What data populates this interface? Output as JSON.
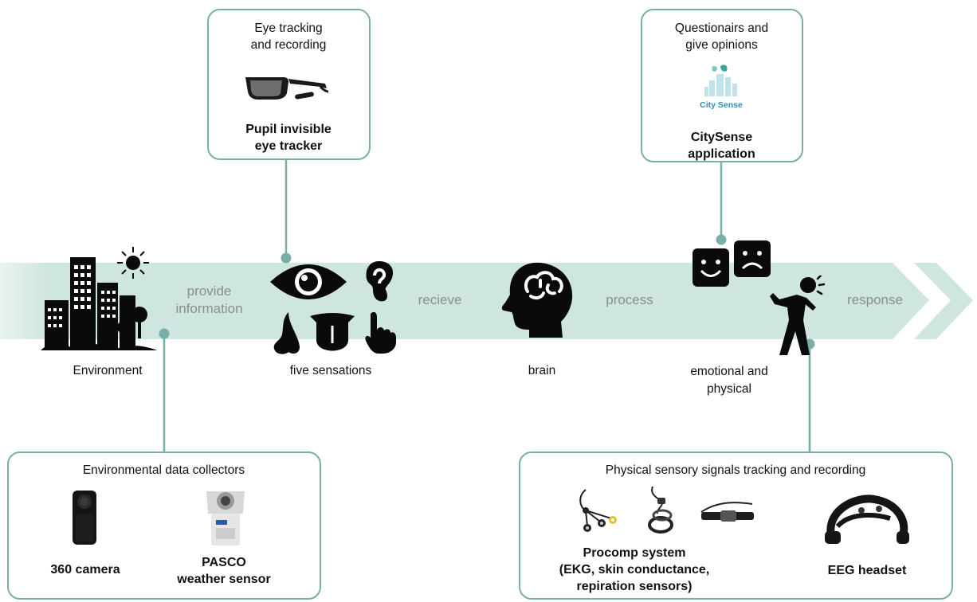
{
  "colors": {
    "band": "#cfe5df",
    "band_fade": "#eaf4f1",
    "border": "#7aaea8",
    "flow_text": "#8a8f8f",
    "icon": "#0a0a0a"
  },
  "flow": {
    "provide": "provide\ninformation",
    "recieve": "recieve",
    "process": "process",
    "response": "response"
  },
  "nodes": {
    "environment": "Environment",
    "sensations": "five sensations",
    "brain": "brain",
    "emotional": "emotional and\nphysical"
  },
  "eye_box": {
    "title": "Eye tracking\nand recording",
    "device": "Pupil invisible\neye tracker"
  },
  "city_box": {
    "title": "Questionairs and\ngive opinions",
    "logo_text": "City Sense",
    "device": "CitySense\napplication"
  },
  "env_box": {
    "title": "Environmental data collectors",
    "device1": "360 camera",
    "device2": "PASCO\nweather sensor"
  },
  "phys_box": {
    "title": "Physical sensory signals tracking and recording",
    "device1": "Procomp system\n(EKG, skin conductance,\nrepiration sensors)",
    "device2": "EEG headset"
  },
  "icons": [
    "city-icon",
    "sun-icon",
    "eye-icon",
    "ear-icon",
    "nose-icon",
    "tongue-icon",
    "hand-icon",
    "brain-head-icon",
    "happy-face-icon",
    "sad-face-icon",
    "stressed-person-icon"
  ]
}
